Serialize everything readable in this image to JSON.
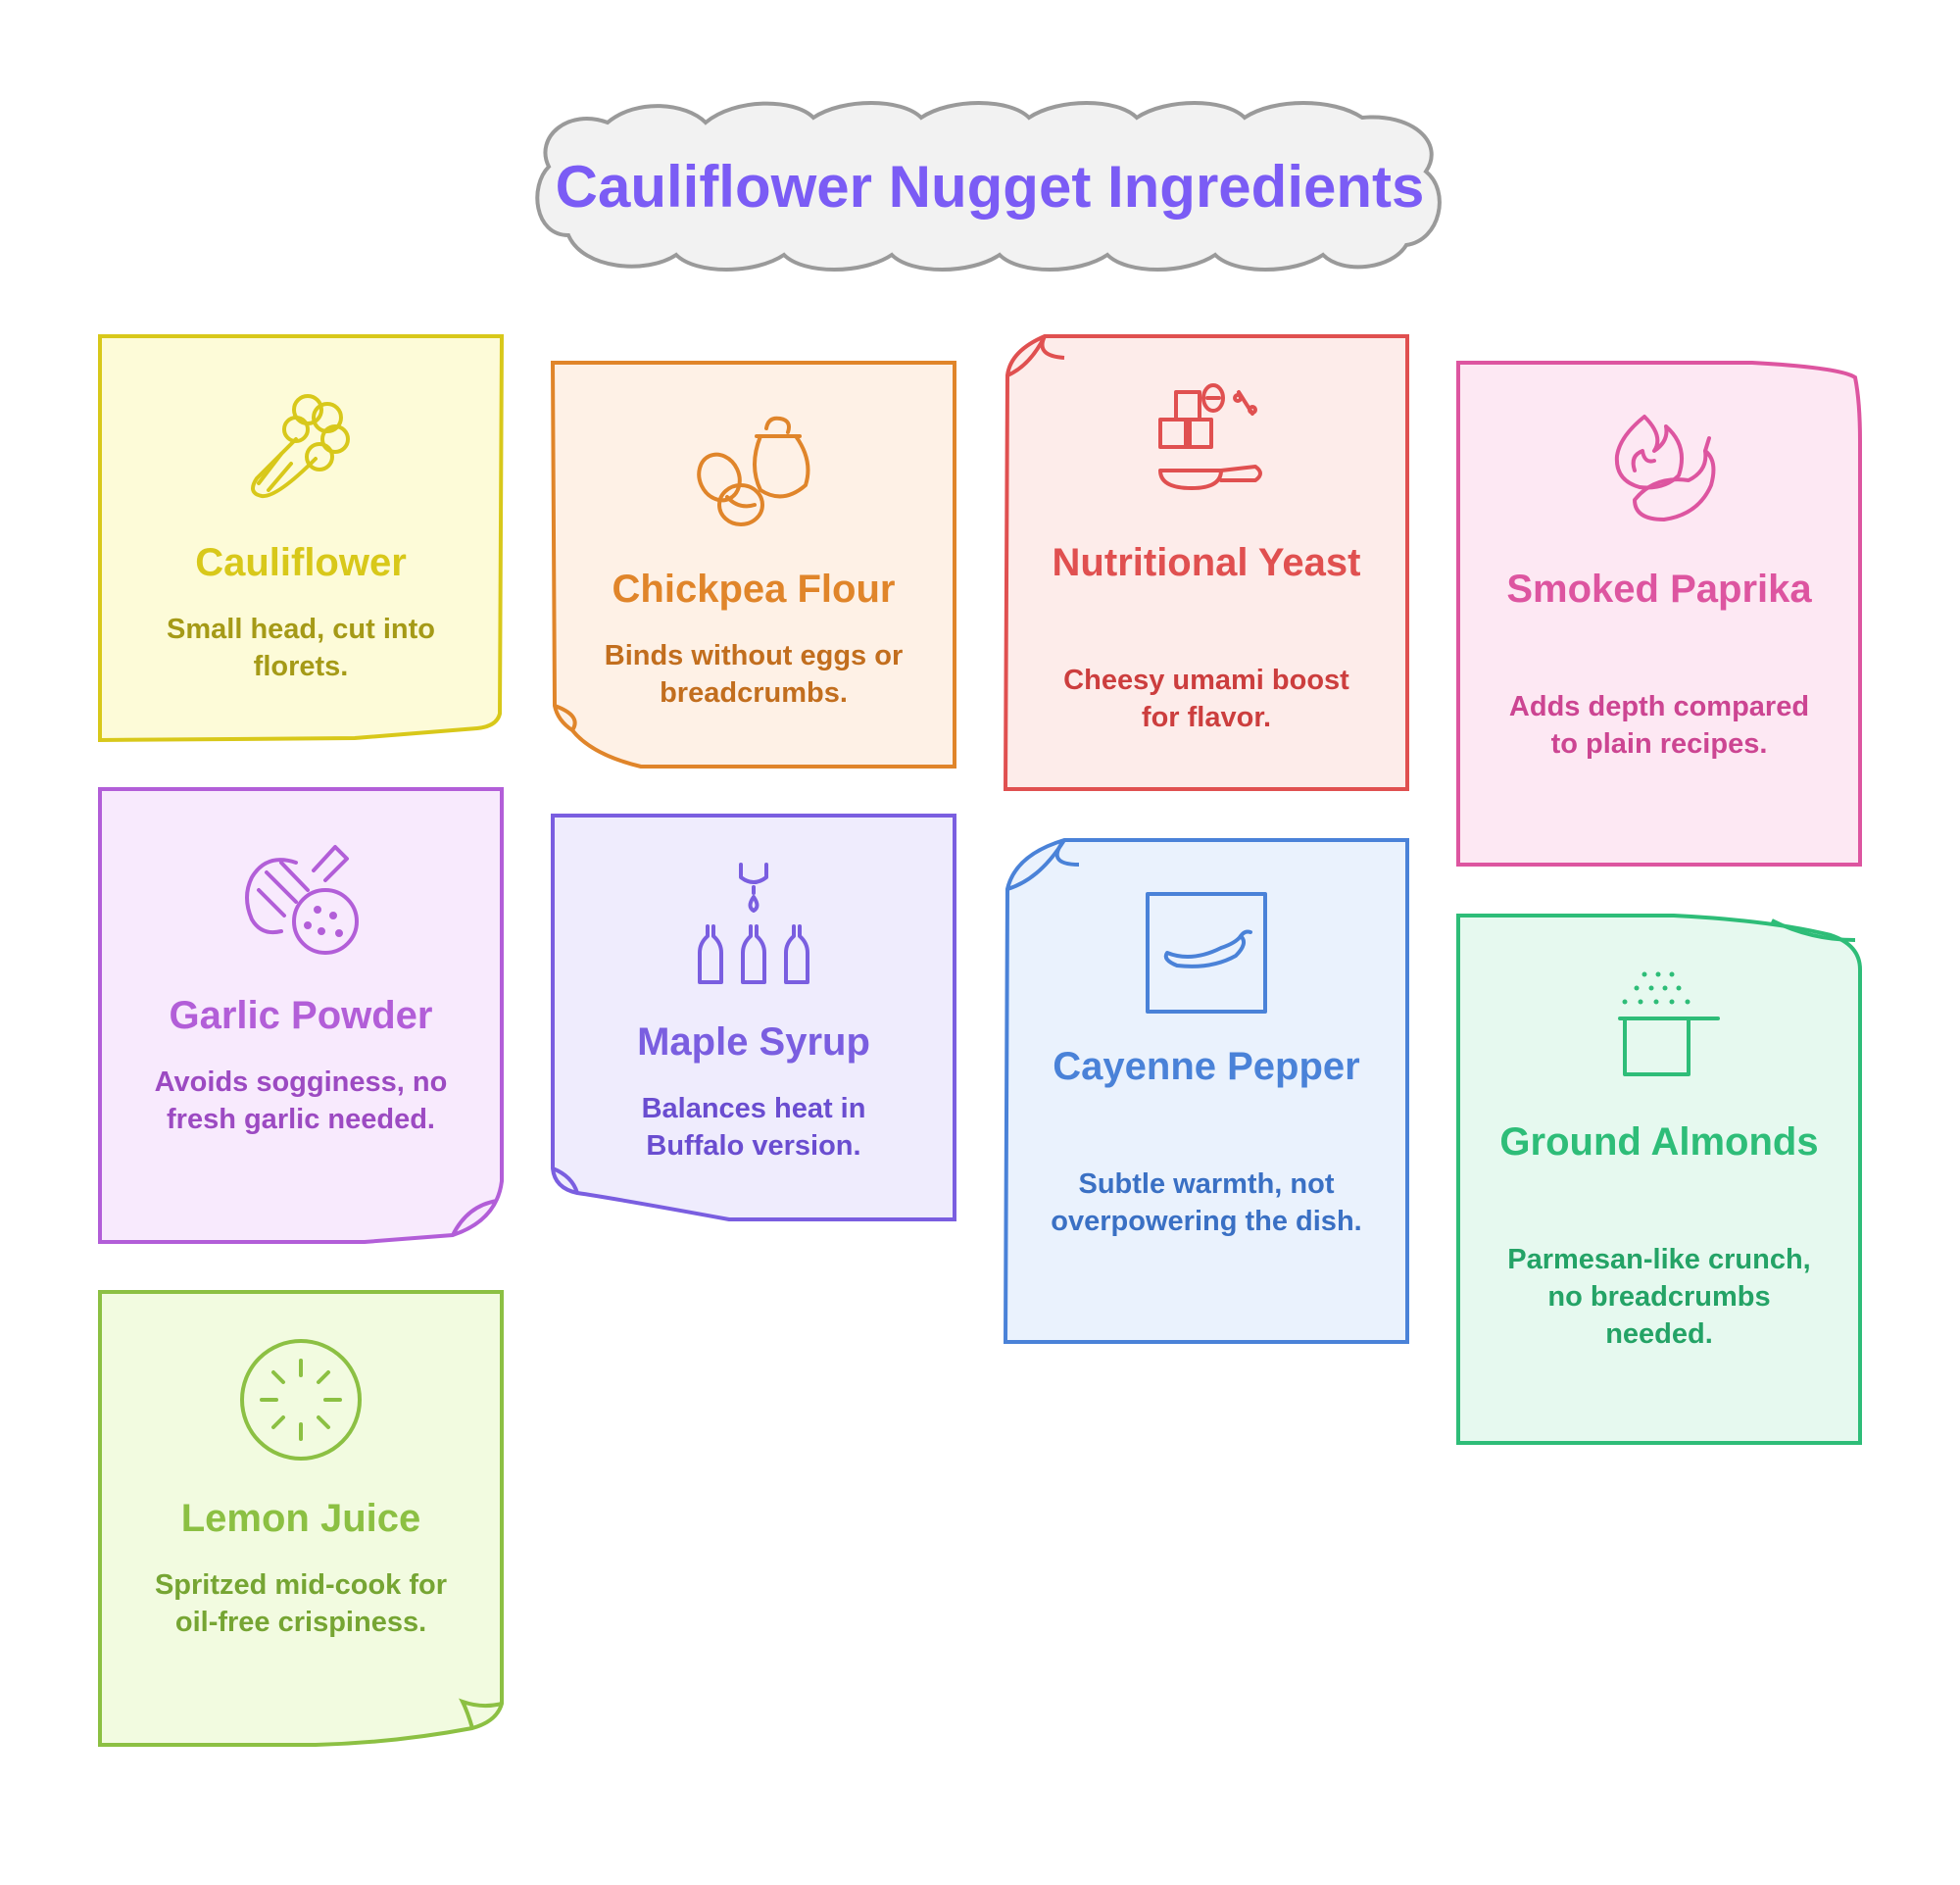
{
  "title": "Cauliflower Nugget Ingredients",
  "colors": {
    "title": "#7b5cf5",
    "yellow": "#d8c81a",
    "orange": "#e0852a",
    "red": "#e05050",
    "pink": "#dd55a0",
    "purple": "#b25ed8",
    "violet": "#7a5ee0",
    "blue": "#4a82d8",
    "green": "#2ebd78",
    "lime": "#8cc043"
  },
  "cards": [
    {
      "icon": "cauliflower-icon",
      "label": "Cauliflower",
      "description": "Small head, cut into florets."
    },
    {
      "icon": "chickpea-flour-icon",
      "label": "Chickpea Flour",
      "description": "Binds without eggs or breadcrumbs."
    },
    {
      "icon": "nutritional-yeast-icon",
      "label": "Nutritional Yeast",
      "description": "Cheesy umami boost for flavor."
    },
    {
      "icon": "smoked-paprika-icon",
      "label": "Smoked Paprika",
      "description": "Adds depth compared to plain recipes."
    },
    {
      "icon": "garlic-powder-icon",
      "label": "Garlic Powder",
      "description": "Avoids sogginess, no fresh garlic needed."
    },
    {
      "icon": "maple-syrup-icon",
      "label": "Maple Syrup",
      "description": "Balances heat in Buffalo version."
    },
    {
      "icon": "cayenne-pepper-icon",
      "label": "Cayenne Pepper",
      "description": "Subtle warmth, not overpowering the dish."
    },
    {
      "icon": "ground-almonds-icon",
      "label": "Ground Almonds",
      "description": "Parmesan-like crunch, no breadcrumbs needed."
    },
    {
      "icon": "lemon-juice-icon",
      "label": "Lemon Juice",
      "description": "Spritzed mid-cook for oil-free crispiness."
    }
  ]
}
